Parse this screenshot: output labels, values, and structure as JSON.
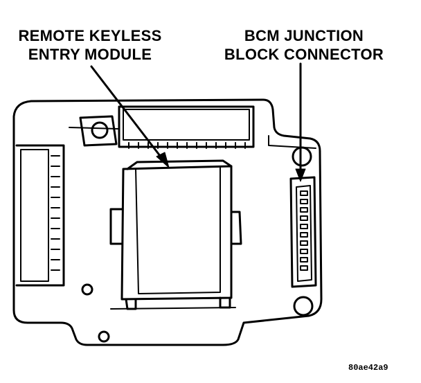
{
  "callouts": {
    "left": {
      "line1": "REMOTE KEYLESS",
      "line2": "ENTRY MODULE"
    },
    "right": {
      "line1": "BCM JUNCTION",
      "line2": "BLOCK CONNECTOR"
    }
  },
  "figure_code": "80ae42a9",
  "colors": {
    "ink": "#000000",
    "paper": "#ffffff"
  }
}
